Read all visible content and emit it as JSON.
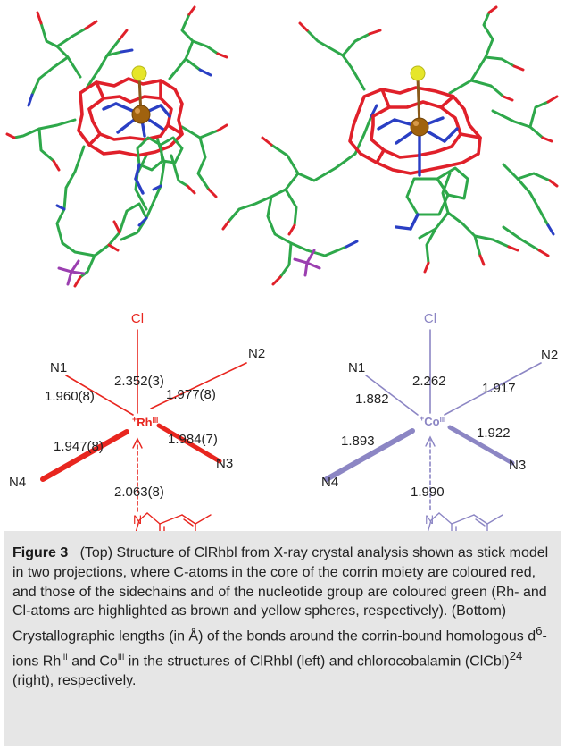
{
  "figure": {
    "rh_diagram": {
      "axial_top": "Cl",
      "center_prefix": "+",
      "center_metal": "Rh",
      "center_ox": "III",
      "ligands": [
        "N1",
        "N2",
        "N3",
        "N4"
      ],
      "bonds": {
        "cl": "2.352(3)",
        "n1": "1.960(8)",
        "n2": "1.977(8)",
        "n3": "1.984(7)",
        "n4": "1.947(8)",
        "base": "2.063(8)"
      },
      "base_atoms": [
        "N",
        "N"
      ],
      "color": "#e8261f"
    },
    "co_diagram": {
      "axial_top": "Cl",
      "center_prefix": "+",
      "center_metal": "Co",
      "center_ox": "III",
      "ligands": [
        "N1",
        "N2",
        "N3",
        "N4"
      ],
      "bonds": {
        "cl": "2.262",
        "n1": "1.882",
        "n2": "1.917",
        "n3": "1.922",
        "n4": "1.893",
        "base": "1.990"
      },
      "base_atoms": [
        "N",
        "N"
      ],
      "color": "#8c86c4"
    },
    "colors": {
      "corrin_core": "#e0202a",
      "sidechains": "#2ea84a",
      "nitrogen": "#2a3fc4",
      "phosphorus": "#9b3fb0",
      "metal_sphere": "#a0620e",
      "chlorine_sphere": "#e6e62a"
    }
  },
  "caption": {
    "label": "Figure 3",
    "p1": "(Top) Structure of ClRhbl from X-ray crystal analysis shown as stick model in two projections, where C-atoms in the core of the corrin moiety are coloured red, and those of the sidechains and of the nucleotide group are coloured green (Rh- and Cl-atoms are highlighted as brown and yellow spheres, respectively). (Bottom) Crystallographic lengths (in Å) of the bonds around the corrin-bound homologous d",
    "sup1": "6",
    "p2": "-ions Rh",
    "sup2": "III",
    "p3": " and Co",
    "sup3": "III",
    "p4": " in the structures of ClRhbl (left) and chlorocobalamin (ClCbl)",
    "sup4": "24",
    "p5": " (right), respectively."
  }
}
